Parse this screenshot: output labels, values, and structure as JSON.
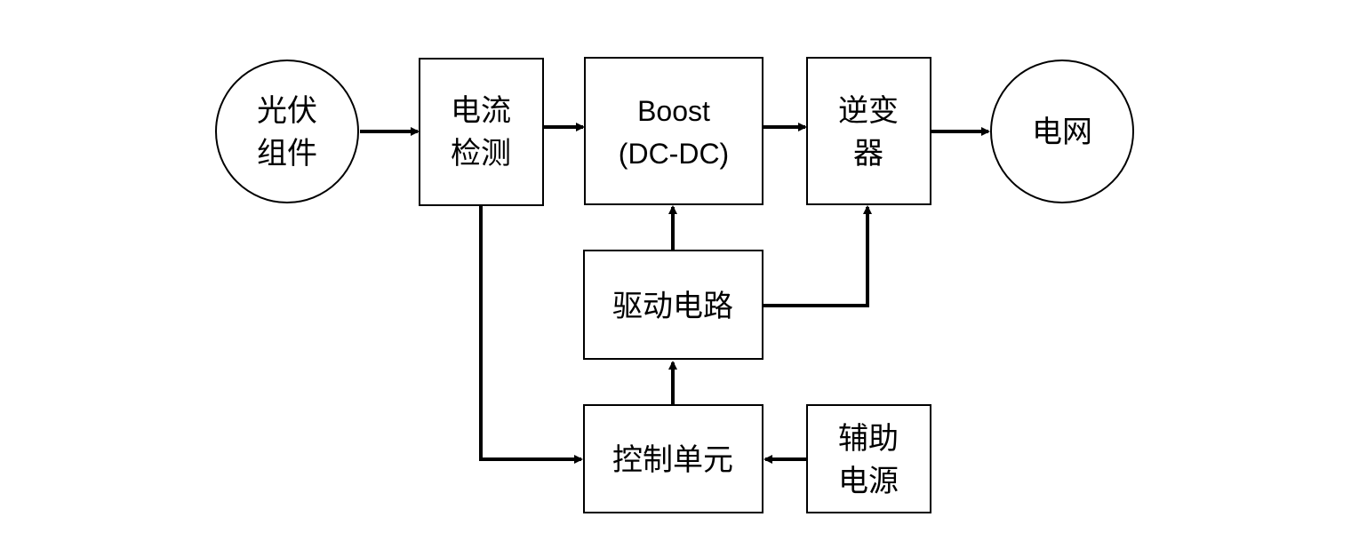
{
  "nodes": {
    "pv_module": {
      "lines": [
        "光伏",
        "组件"
      ]
    },
    "current_detection": {
      "lines": [
        "电流",
        "检测"
      ]
    },
    "boost": {
      "lines": [
        "Boost",
        "(DC-DC)"
      ]
    },
    "inverter": {
      "lines": [
        "逆变",
        "器"
      ]
    },
    "grid": {
      "lines": [
        "电网"
      ]
    },
    "drive_circuit": {
      "lines": [
        "驱动电路"
      ]
    },
    "control_unit": {
      "lines": [
        "控制单元"
      ]
    },
    "aux_power": {
      "lines": [
        "辅助",
        "电源"
      ]
    }
  },
  "edges": [
    {
      "from": "pv_module",
      "to": "current_detection"
    },
    {
      "from": "current_detection",
      "to": "boost"
    },
    {
      "from": "boost",
      "to": "inverter"
    },
    {
      "from": "inverter",
      "to": "grid"
    },
    {
      "from": "current_detection",
      "to": "control_unit"
    },
    {
      "from": "control_unit",
      "to": "drive_circuit"
    },
    {
      "from": "drive_circuit",
      "to": "boost"
    },
    {
      "from": "drive_circuit",
      "to": "inverter"
    },
    {
      "from": "aux_power",
      "to": "control_unit"
    }
  ]
}
